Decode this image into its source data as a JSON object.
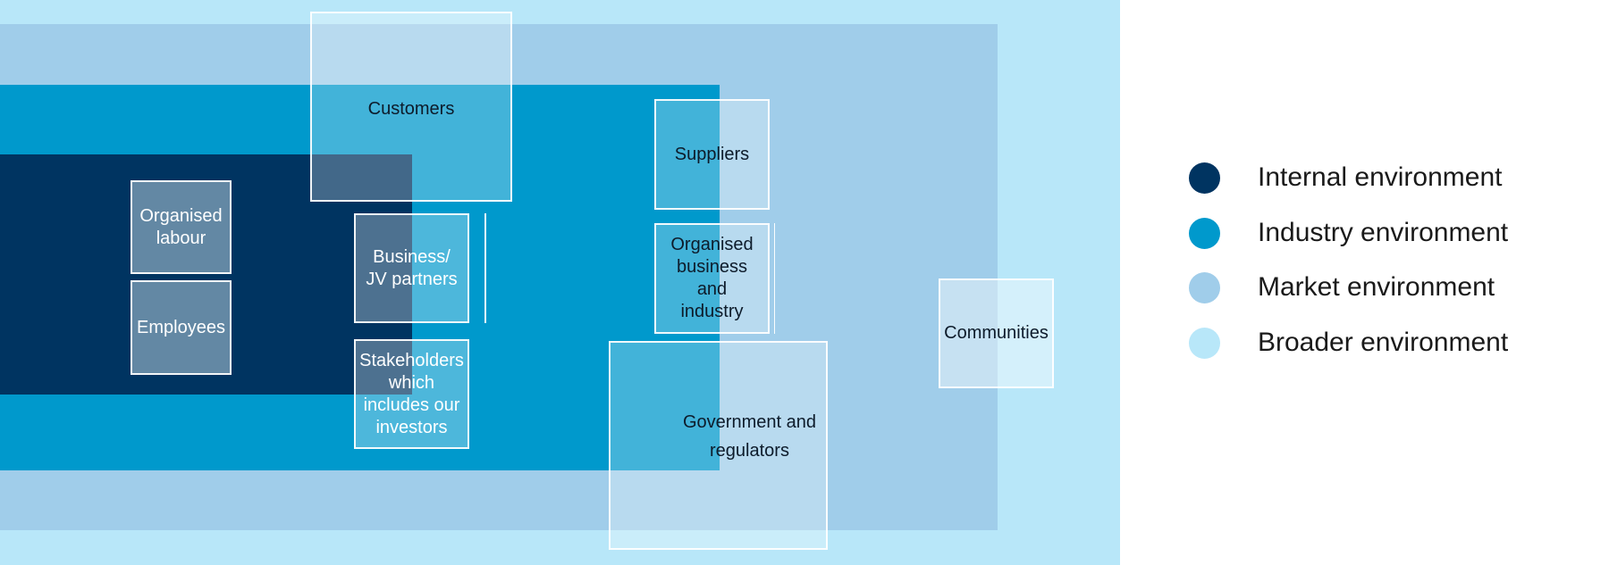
{
  "diagram": {
    "colors": {
      "internal": "#003461",
      "industry": "#0099cc",
      "market": "#a0cdea",
      "broader": "#b8e7f9"
    },
    "legend": [
      {
        "key": "internal",
        "label": "Internal environment"
      },
      {
        "key": "industry",
        "label": "Industry environment"
      },
      {
        "key": "market",
        "label": "Market environment"
      },
      {
        "key": "broader",
        "label": "Broader environment"
      }
    ],
    "stakeholders": {
      "customers": "Customers",
      "suppliers": "Suppliers",
      "organised_labour": "Organised\nlabour",
      "employees": "Employees",
      "business_partners": "Business/\nJV partners",
      "organised_business": "Organised\nbusiness\nand\nindustry",
      "stakeholders_investors": "Stakeholders\nwhich\nincludes our\ninvestors",
      "communities": "Communities",
      "government": "Government and\nregulators"
    }
  }
}
